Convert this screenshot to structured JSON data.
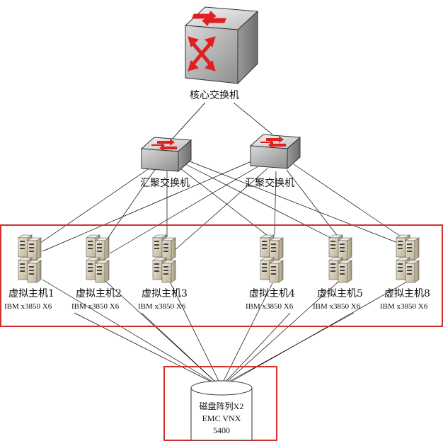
{
  "core_switch": {
    "label": "核心交换机"
  },
  "agg_switches": [
    {
      "label": "汇聚交换机"
    },
    {
      "label": "汇聚交换机"
    }
  ],
  "hosts": [
    {
      "name": "虚拟主机1",
      "model": "IBM x3850 X6"
    },
    {
      "name": "虚拟主机2",
      "model": "IBM x3850 X6"
    },
    {
      "name": "虚拟主机3",
      "model": "IBM x3850 X6"
    },
    {
      "name": "虚拟主机4",
      "model": "IBM x3850 X6"
    },
    {
      "name": "虚拟主机5",
      "model": "IBM x3850 X6"
    },
    {
      "name": "虚拟主机8",
      "model": "IBM x3850 X6"
    }
  ],
  "storage": {
    "line1": "磁盘阵列X2",
    "line2": "EMC VNX",
    "line3": "5400"
  },
  "colors": {
    "highlight_box": "#d32f2f",
    "arrow": "#e02020",
    "link": "#000000"
  }
}
